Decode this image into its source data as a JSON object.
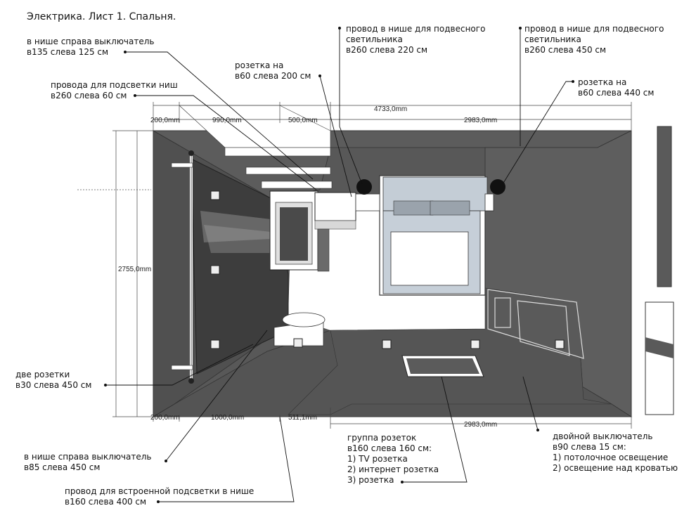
{
  "title": "Электрика. Лист 1. Спальня.",
  "dimensions": {
    "top_left_small": "200,0mm",
    "top_niche": "990,0mm",
    "top_mid": "500,0mm",
    "top_total": "4733,0mm",
    "top_right": "2983,0mm",
    "left_height": "2755,0mm",
    "bottom_left_small": "200,0mm",
    "bottom_niche": "1000,0mm",
    "bottom_mid": "511,1mm",
    "bottom_right": "2983,0mm"
  },
  "notes": [
    {
      "lines": [
        "в нише справа выключатель",
        "в135 слева 125 см"
      ]
    },
    {
      "lines": [
        "провода для подсветки ниш",
        "в260 слева 60 см"
      ]
    },
    {
      "lines": [
        "розетка на",
        "в60 слева 200 см"
      ]
    },
    {
      "lines": [
        "провод в нише для подвесного",
        "светильника",
        "в260 слева 220 см"
      ]
    },
    {
      "lines": [
        "провод в нише для подвесного",
        "светильника",
        "в260 слева 450 см"
      ]
    },
    {
      "lines": [
        "розетка на",
        "в60 слева 440 см"
      ]
    },
    {
      "lines": [
        "две розетки",
        "в30 слева 450 см"
      ]
    },
    {
      "lines": [
        "в нише справа выключатель",
        "в85 слева 450 см"
      ]
    },
    {
      "lines": [
        "провод для встроенной подсветки в нише",
        "в160 слева 400 см"
      ]
    },
    {
      "lines": [
        "группа розеток",
        "в160 слева 160 см:",
        "1) TV розетка",
        "2) интернет розетка",
        "3) розетка"
      ]
    },
    {
      "lines": [
        "двойной выключатель",
        "в90 слева 15 см:",
        "1) потолочное освещение",
        "2) освещение над кроватью"
      ]
    }
  ]
}
